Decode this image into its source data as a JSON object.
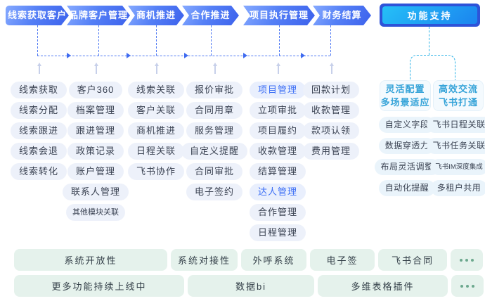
{
  "flow": {
    "steps": [
      "线索获取客户",
      "品牌客户管理",
      "商机推进",
      "合作推进",
      "项目执行管理",
      "财务结算"
    ],
    "support_label": "功能支持"
  },
  "columns": [
    {
      "key": "leads",
      "items": [
        {
          "label": "线索获取"
        },
        {
          "label": "线索分配"
        },
        {
          "label": "线索跟进"
        },
        {
          "label": "线索会退"
        },
        {
          "label": "线索转化"
        }
      ]
    },
    {
      "key": "customer",
      "items": [
        {
          "label": "客户360"
        },
        {
          "label": "档案管理"
        },
        {
          "label": "跟进管理"
        },
        {
          "label": "政策记录"
        },
        {
          "label": "账户管理"
        },
        {
          "label": "联系人管理"
        },
        {
          "label": "其他模块关联",
          "small": true
        }
      ]
    },
    {
      "key": "opportunity",
      "items": [
        {
          "label": "线索关联"
        },
        {
          "label": "客户关联"
        },
        {
          "label": "商机推进"
        },
        {
          "label": "日程关联"
        },
        {
          "label": "飞书协作"
        }
      ]
    },
    {
      "key": "cooperation",
      "items": [
        {
          "label": "报价审批"
        },
        {
          "label": "合同用章"
        },
        {
          "label": "服务管理"
        },
        {
          "label": "自定义提醒"
        },
        {
          "label": "合同审批"
        },
        {
          "label": "电子签约"
        }
      ]
    },
    {
      "key": "project",
      "items": [
        {
          "label": "项目管理",
          "highlight": true
        },
        {
          "label": "立项审批"
        },
        {
          "label": "项目履约"
        },
        {
          "label": "收款管理"
        },
        {
          "label": "结算管理"
        },
        {
          "label": "达人管理",
          "highlight": true
        },
        {
          "label": "合作管理"
        },
        {
          "label": "日程管理"
        }
      ]
    },
    {
      "key": "finance",
      "items": [
        {
          "label": "回款计划"
        },
        {
          "label": "收款管理"
        },
        {
          "label": "款项认领"
        },
        {
          "label": "费用管理"
        }
      ]
    }
  ],
  "support": {
    "headers": [
      {
        "line1": "灵活配置",
        "line2": "多场景适应"
      },
      {
        "line1": "高效交流",
        "line2": "飞书打通"
      }
    ],
    "config_items": [
      {
        "label": "自定义字段"
      },
      {
        "label": "数据穿透力"
      },
      {
        "label": "布局灵活调整"
      },
      {
        "label": "自动化提醒"
      }
    ],
    "feishu_items": [
      {
        "label": "飞书日程关联"
      },
      {
        "label": "飞书任务关联"
      },
      {
        "label": "飞书IM深度集成",
        "small": true
      },
      {
        "label": "多租户共用"
      }
    ]
  },
  "bottom": {
    "row1": [
      "系统开放性",
      "系统对接性",
      "外呼系统",
      "电子签",
      "飞书合同",
      "•••"
    ],
    "row2": [
      "更多功能持续上线中",
      "数据bi",
      "多维表格插件",
      "•••"
    ]
  },
  "colors": {
    "flow_grad_a": "#86AAFF",
    "flow_grad_b": "#5580F6",
    "flow_grad_c": "#3C61EC",
    "flow_line": "#4F79F3",
    "arrow": "#3F6BF0",
    "support_frame": "#2E53D8",
    "support_fill_a": "#25C0F7",
    "support_fill_b": "#1B84EF",
    "support_line": "#2AB2E7",
    "support_text": "#35A3D8",
    "pill_bg": "#EDF1FA",
    "pill_text": "#3A4252",
    "hl_text": "#3D6FF5",
    "hl_bg": "#E9EFFD",
    "sup_pill_bg": "#EAF4FB",
    "sup_head_bg": "#F4FAFE",
    "bottom_bg": "#E5F2EC",
    "bottom_text": "#333F48",
    "bottom_dots": "#6CA88E",
    "pin": "#C7D0EA"
  }
}
